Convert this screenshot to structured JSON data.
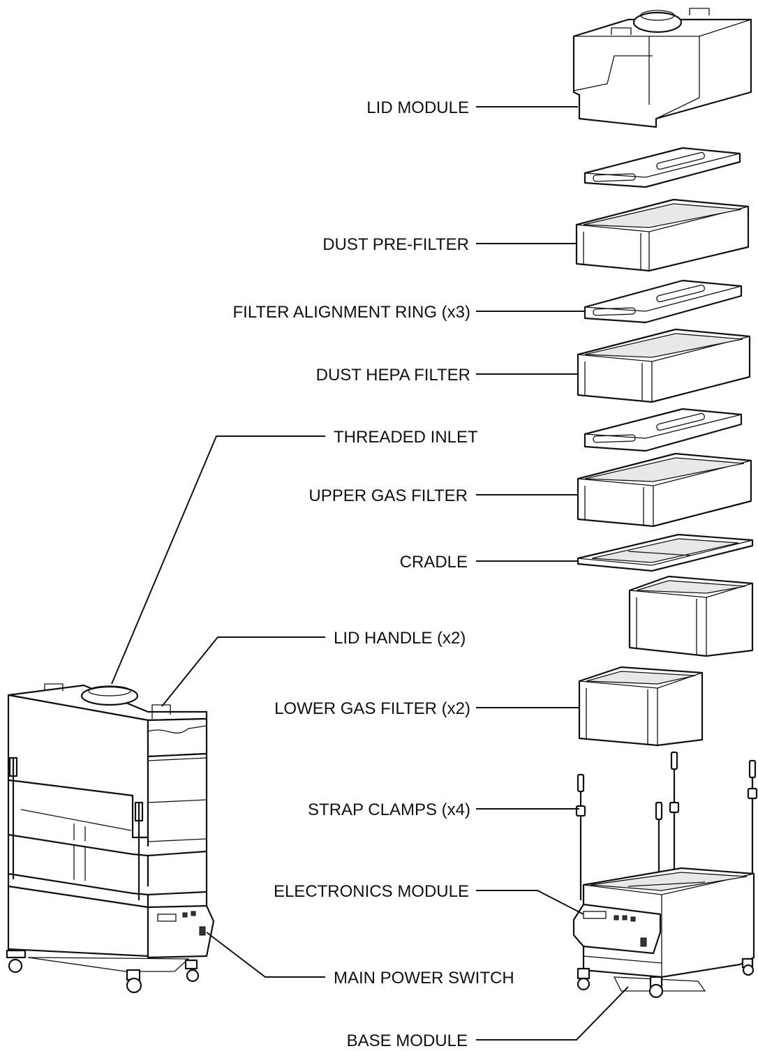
{
  "labels": {
    "lid_module": "LID MODULE",
    "dust_pre_filter": "DUST PRE-FILTER",
    "filter_alignment_ring": "FILTER ALIGNMENT RING (x3)",
    "dust_hepa_filter": "DUST HEPA FILTER",
    "threaded_inlet": "THREADED INLET",
    "upper_gas_filter": "UPPER GAS FILTER",
    "cradle": "CRADLE",
    "lid_handle": "LID HANDLE (x2)",
    "lower_gas_filter": "LOWER GAS FILTER (x2)",
    "strap_clamps": "STRAP CLAMPS (x4)",
    "electronics_module": "ELECTRONICS MODULE",
    "main_power_switch": "MAIN POWER SWITCH",
    "base_module": "BASE MODULE"
  },
  "colors": {
    "line": "#111111",
    "background": "#ffffff"
  }
}
